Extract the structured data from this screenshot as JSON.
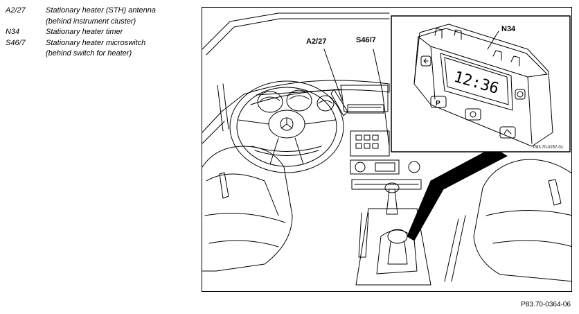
{
  "legend": [
    {
      "code": "A2/27",
      "lines": [
        "Stationary heater (STH) antenna",
        "(behind instrument cluster)"
      ]
    },
    {
      "code": "N34",
      "lines": [
        "Stationary heater timer"
      ]
    },
    {
      "code": "S46/7",
      "lines": [
        "Stationary heater microswitch",
        "(behind switch for heater)"
      ]
    }
  ],
  "callouts": {
    "a2_27": "A2/27",
    "s46_7": "S46/7",
    "n34": "N34"
  },
  "timer_display": "12:36",
  "timer_button_p": "P",
  "inset_code": "P83.70-0257-01",
  "figure_code": "P83.70-0364-06"
}
